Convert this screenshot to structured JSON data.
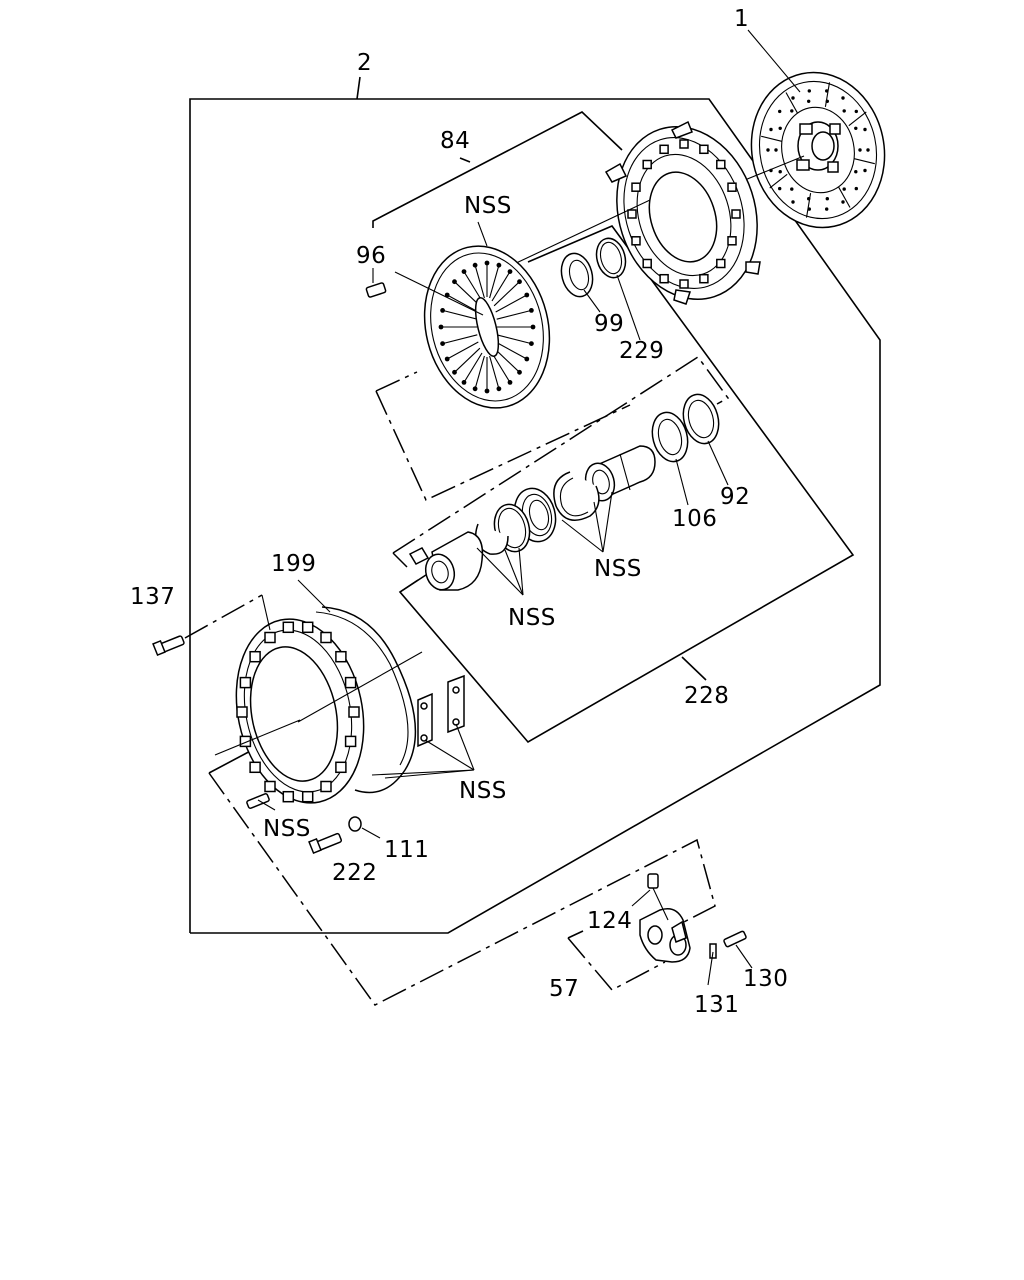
{
  "diagram": {
    "labels": {
      "l1": "1",
      "l2": "2",
      "l84": "84",
      "nss_top": "NSS",
      "l96": "96",
      "l99": "99",
      "l229": "229",
      "l106": "106",
      "l92": "92",
      "nss_mid1": "NSS",
      "nss_mid2": "NSS",
      "l199": "199",
      "l137": "137",
      "l228": "228",
      "nss_right": "NSS",
      "nss_left": "NSS",
      "l111": "111",
      "l222": "222",
      "l124": "124",
      "l57": "57",
      "l130": "130",
      "l131": "131"
    }
  }
}
